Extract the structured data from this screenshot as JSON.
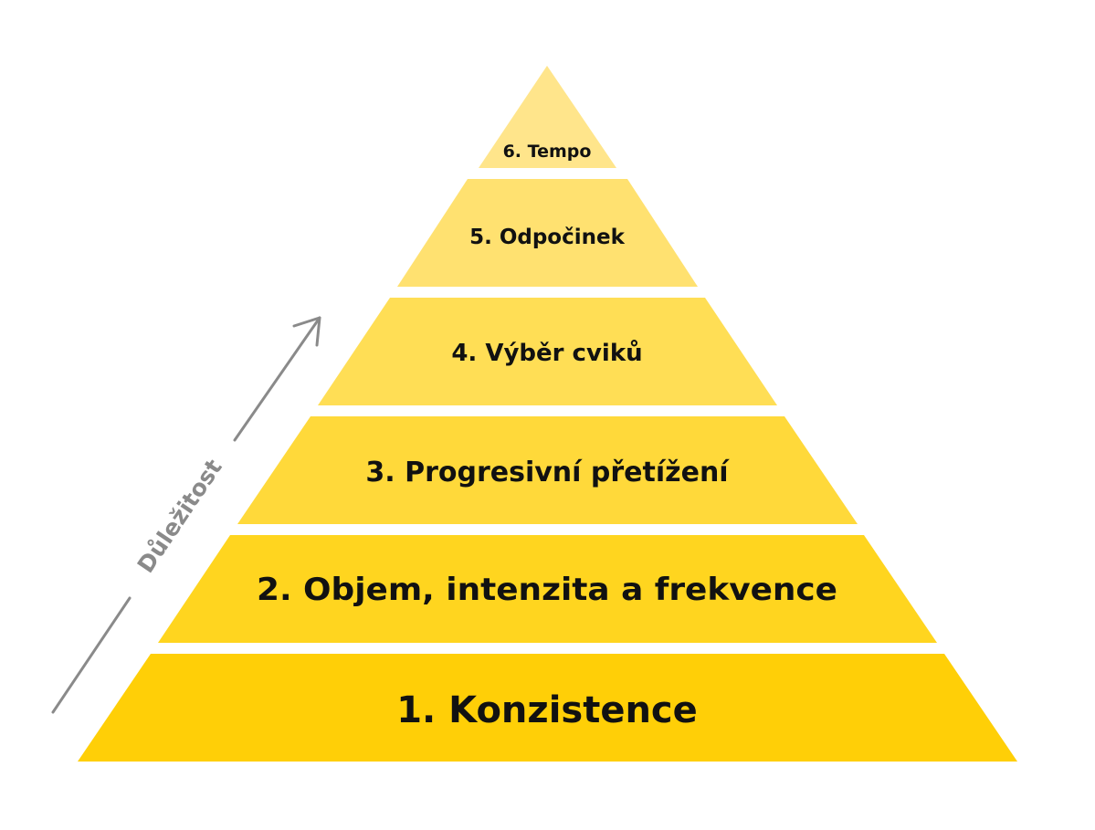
{
  "diagram": {
    "tiers": [
      {
        "label": "1. Konzistence",
        "color": "#FFCF07"
      },
      {
        "label": "2. Objem, intenzita a frekvence",
        "color": "#FFD51F"
      },
      {
        "label": "3. Progresivní přetížení",
        "color": "#FFD93A"
      },
      {
        "label": "4. Výběr cviků",
        "color": "#FFDE55"
      },
      {
        "label": "5. Odpočinek",
        "color": "#FFE170"
      },
      {
        "label": "6. Tempo",
        "color": "#FFE58B"
      }
    ],
    "axis": {
      "label": "Důležitost",
      "color": "#8a8a8a"
    }
  }
}
